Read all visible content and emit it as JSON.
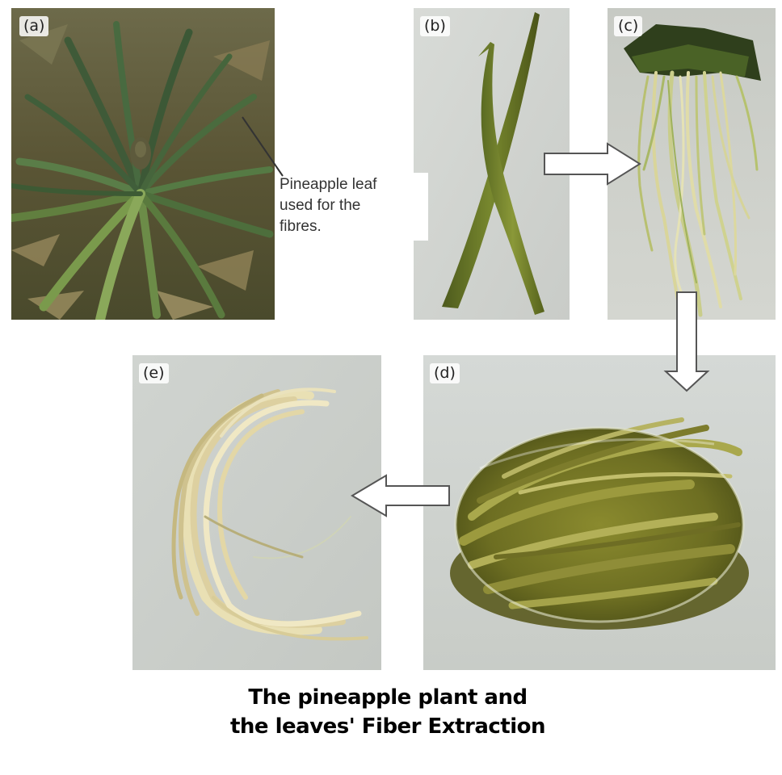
{
  "panels": {
    "a": {
      "label": "(a)"
    },
    "b": {
      "label": "(b)"
    },
    "c": {
      "label": "(c)"
    },
    "d": {
      "label": "(d)"
    },
    "e": {
      "label": "(e)"
    }
  },
  "annotation": {
    "lines": [
      "Pineapple leaf",
      "used for the",
      "fibres."
    ]
  },
  "caption": {
    "line1": "The pineapple plant and",
    "line2": "the leaves' Fiber Extraction"
  },
  "flow": [
    "a",
    "b",
    "c",
    "d",
    "e"
  ],
  "colors": {
    "arrow_fill": "#ffffff",
    "arrow_stroke": "#555555",
    "leaf_green": "#6b7a2a",
    "fiber_cream": "#e6dcae",
    "background_gray": "#d3d6d2"
  }
}
